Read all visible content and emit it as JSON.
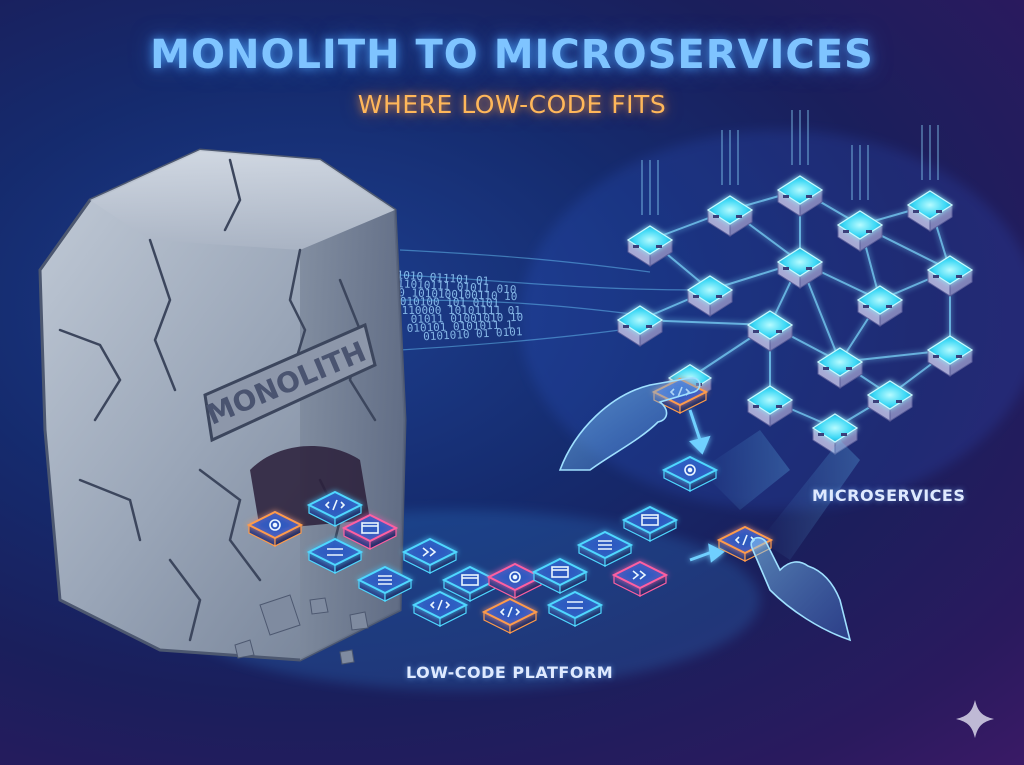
{
  "title": "MONOLITH TO MICROSERVICES",
  "subtitle": "WHERE LOW-CODE FITS",
  "monolith": {
    "label": "MONOLITH"
  },
  "labels": {
    "microservices": "MICROSERVICES",
    "low_code_platform": "LOW-CODE PLATFORM"
  },
  "code_stream": [
    "0101010 011101 01",
    "011010111 01011 010",
    "010 1010100100110 10",
    "010100 101 0101",
    "0110000 10101111 01",
    "01011 01001010 10",
    "010101 0101011 1",
    "0101010 01 0101"
  ],
  "tile_icons": [
    "gear-icon",
    "code-icon",
    "window-icon",
    "sliders-icon",
    "list-icon",
    "chevrons-icon",
    "window-icon",
    "code-icon"
  ],
  "colors": {
    "title": "#7fc4ff",
    "subtitle": "#ffb75a",
    "node_cyan": "#52e6ff",
    "link_glow": "#6fd0ff",
    "tile_orange": "#ff9b4a",
    "tile_cyan": "#4fd8ff",
    "tile_pink": "#ff5fa0"
  }
}
